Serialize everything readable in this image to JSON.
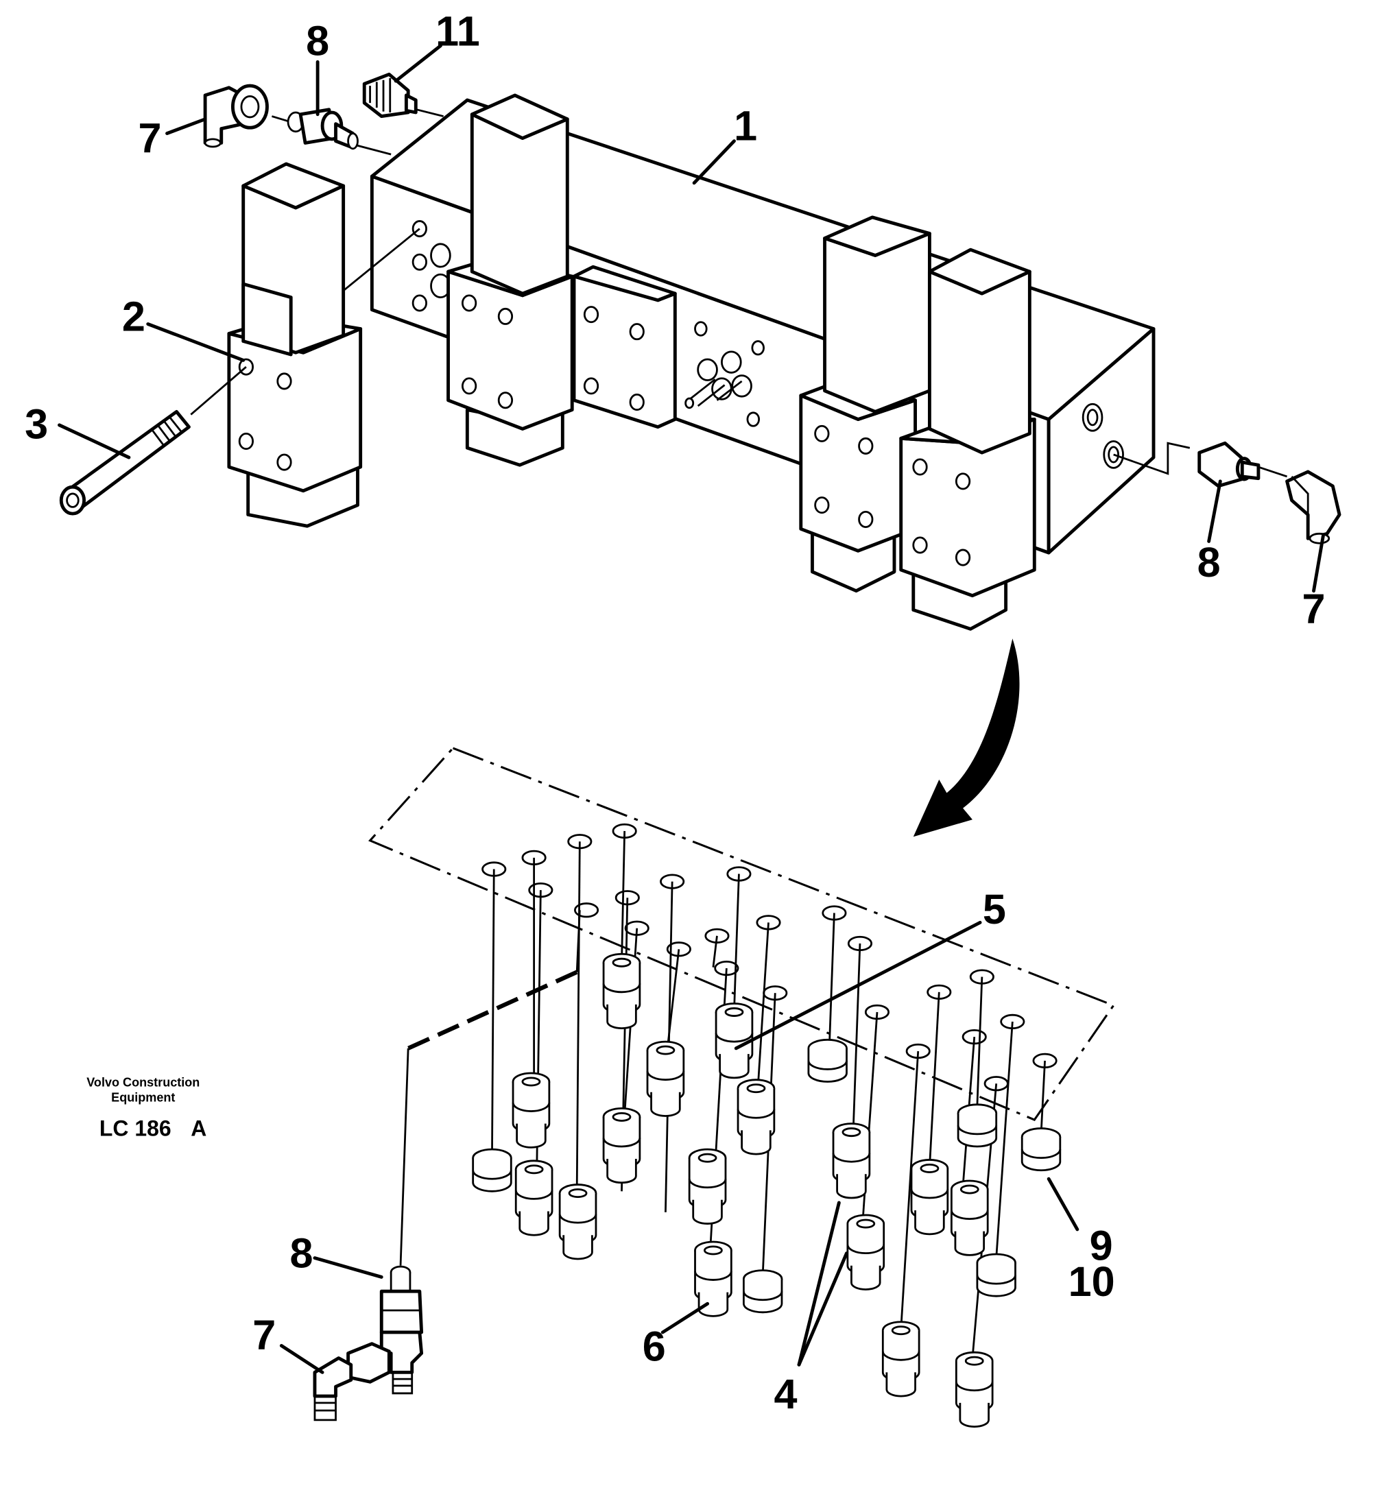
{
  "callouts": {
    "c1": "1",
    "c2": "2",
    "c3": "3",
    "c4": "4",
    "c5": "5",
    "c6": "6",
    "c7_top": "7",
    "c7_right": "7",
    "c7_bottom": "7",
    "c8_top": "8",
    "c8_right": "8",
    "c8_bottom": "8",
    "c9": "9",
    "c10": "10",
    "c11": "11"
  },
  "brand": {
    "line1": "Volvo Construction",
    "line2": "Equipment",
    "code": "LC 186",
    "revision": "A"
  }
}
